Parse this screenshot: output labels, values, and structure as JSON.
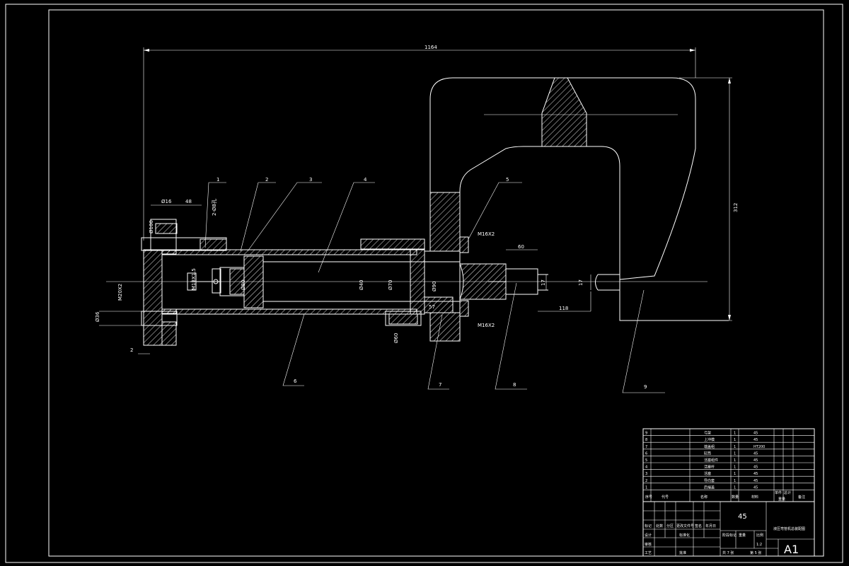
{
  "dimensions": {
    "overall_length": "1164",
    "overall_height": "312",
    "d16": "Ø16",
    "d48": "48",
    "hole_note": "2-Ø8孔",
    "dim_60": "60",
    "dim_17a": "17",
    "dim_17b": "17",
    "dim_118": "118",
    "m16x2_top": "M16X2",
    "m16x2_bot": "M16X2",
    "m1815": "M18X1.5",
    "m202": "M20X2",
    "dim_2": "2",
    "d40": "Ø40",
    "d70": "Ø70",
    "d80": "Ø80",
    "d90": "Ø90",
    "d100": "Ø100",
    "d36": "Ø36",
    "d60": "Ø60",
    "e57": "57"
  },
  "part_labels": [
    "1",
    "2",
    "3",
    "4",
    "5",
    "6",
    "7",
    "8",
    "9"
  ],
  "bom": {
    "rows": [
      {
        "no": "9",
        "name": "弓架",
        "qty": "1",
        "mat": "45"
      },
      {
        "no": "8",
        "name": "上冲模",
        "qty": "1",
        "mat": "45"
      },
      {
        "no": "7",
        "name": "端盖组",
        "qty": "1",
        "mat": "HT200"
      },
      {
        "no": "6",
        "name": "缸筒",
        "qty": "1",
        "mat": "45"
      },
      {
        "no": "5",
        "name": "活塞组件",
        "qty": "1",
        "mat": "45"
      },
      {
        "no": "4",
        "name": "活塞杆",
        "qty": "1",
        "mat": "45"
      },
      {
        "no": "3",
        "name": "活塞",
        "qty": "1",
        "mat": "45"
      },
      {
        "no": "2",
        "name": "导向套",
        "qty": "1",
        "mat": "45"
      },
      {
        "no": "1",
        "name": "后端盖",
        "qty": "1",
        "mat": "45"
      }
    ],
    "header": {
      "no": "序号",
      "code": "代号",
      "name": "名称",
      "qty": "数量",
      "mat": "材料",
      "single": "单件",
      "total": "总计",
      "weight": "重量",
      "note": "备注"
    }
  },
  "title_block": {
    "material": "45",
    "drawing_name": "液压弯管机总装配图",
    "scale_label": "比例",
    "scale": "1:2",
    "stage_label": "阶段标记",
    "weight_label": "重量",
    "sheet_total": "共 7 张",
    "sheet_no": "第 5 张",
    "size": "A1",
    "row_labels": [
      "标记",
      "处数",
      "分区",
      "更改文件号",
      "签名",
      "年月日"
    ],
    "design": "设计",
    "standard": "标准化",
    "review": "审核",
    "process": "工艺",
    "approve": "批准"
  }
}
